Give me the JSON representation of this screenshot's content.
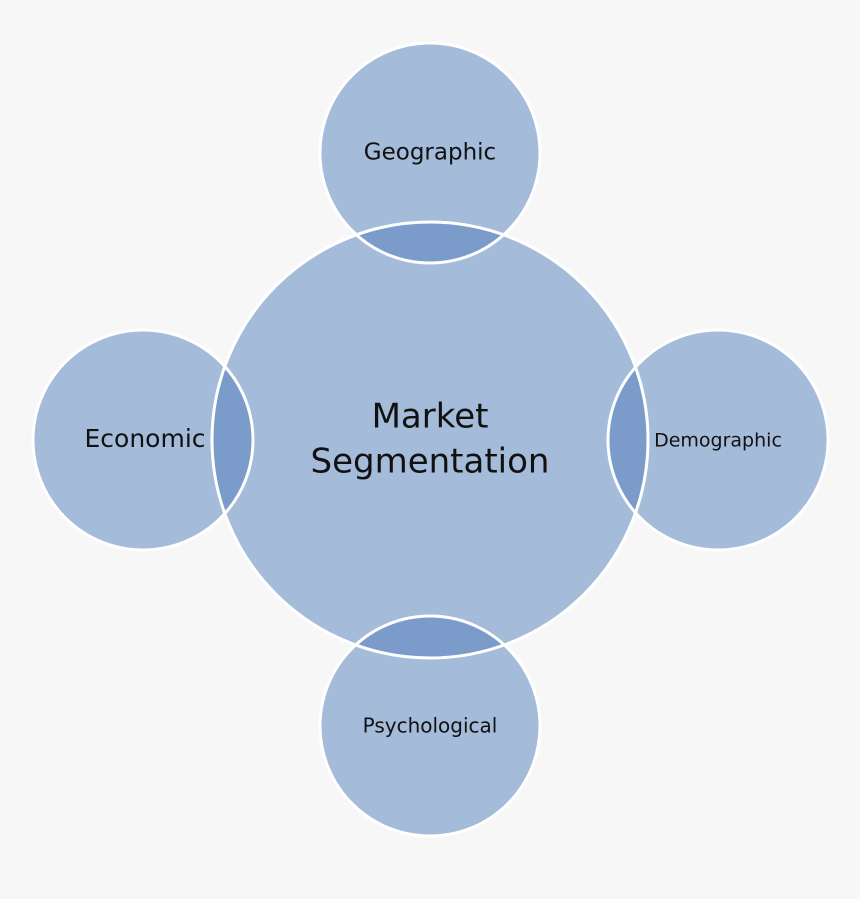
{
  "diagram": {
    "center": {
      "lines": [
        "Market",
        "Segmentation"
      ]
    },
    "satellites": [
      {
        "id": "top",
        "label": "Geographic"
      },
      {
        "id": "right",
        "label": "Demographic"
      },
      {
        "id": "bottom",
        "label": "Psychological"
      },
      {
        "id": "left",
        "label": "Economic"
      }
    ],
    "colors": {
      "background": "#f7f7f7",
      "circle_fill": "#a4bcd9",
      "overlap_fill": "#7b9ccb",
      "circle_stroke": "#ffffff",
      "text": "#111111"
    }
  }
}
